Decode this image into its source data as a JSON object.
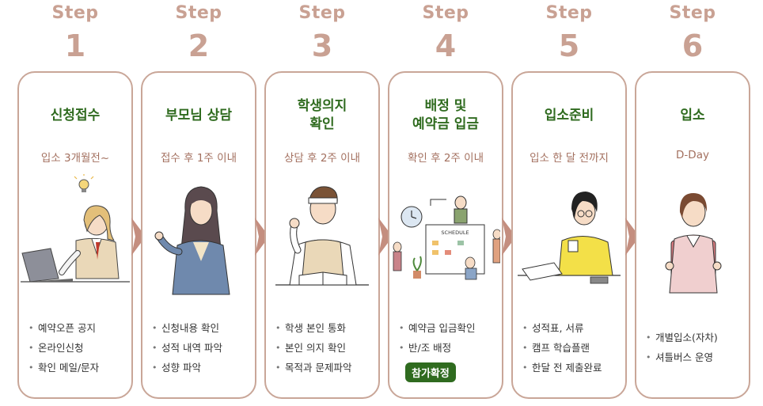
{
  "step_word": "Step",
  "steps": [
    {
      "number": "1",
      "title": "신청접수",
      "timing": "입소 3개월전~",
      "items": [
        "예약오픈 공지",
        "온라인신청",
        "확인 메일/문자"
      ]
    },
    {
      "number": "2",
      "title": "부모님 상담",
      "timing": "접수 후 1주 이내",
      "items": [
        "신청내용 확인",
        "성적 내역 파악",
        "성향 파악"
      ]
    },
    {
      "number": "3",
      "title": "학생의지\n확인",
      "timing": "상담 후 2주 이내",
      "items": [
        "학생 본인 통화",
        "본인 의지 확인",
        "목적과 문제파악"
      ]
    },
    {
      "number": "4",
      "title": "배정 및\n예약금 입금",
      "timing": "확인 후 2주 이내",
      "items": [
        "예약금 입금확인",
        "반/조 배정"
      ],
      "badge": "참가확정",
      "illustration_text": "SCHEDULE"
    },
    {
      "number": "5",
      "title": "입소준비",
      "timing": "입소 한 달 전까지",
      "items": [
        "성적표, 서류",
        "캠프 학습플랜",
        "한달 전 제출완료"
      ]
    },
    {
      "number": "6",
      "title": "입소",
      "timing": "D-Day",
      "items": [
        "개별입소(자차)",
        "셔틀버스 운영"
      ]
    }
  ],
  "colors": {
    "step_label": "#c9a193",
    "card_border": "#c9a698",
    "title_green": "#2f6b1f",
    "subtitle_brown": "#a3705f",
    "arrow": "#c48e7f",
    "badge_bg": "#2f6b1f"
  }
}
